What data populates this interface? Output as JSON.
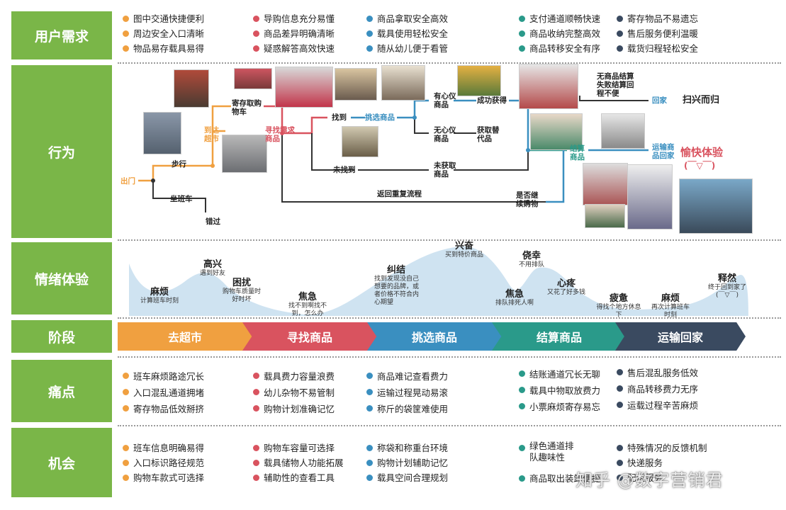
{
  "rows": {
    "needs": "用户需求",
    "behavior": "行为",
    "emotion": "情绪体验",
    "stage": "阶段",
    "pain": "痛点",
    "opportunity": "机会"
  },
  "needs": [
    [
      "图中交通快捷便利",
      "周边安全入口清晰",
      "物品易存载具易得"
    ],
    [
      "导购信息充分易懂",
      "商品差异明确清晰",
      "疑惑解答高效快速"
    ],
    [
      "商品拿取安全高效",
      "载具使用轻松安全",
      "随从幼儿便于看管"
    ],
    [
      "支付通道顺畅快速",
      "商品收纳完整高效",
      "商品转移安全有序"
    ],
    [
      "寄存物品不易遗忘",
      "售后服务便利温暖",
      "载货归程轻松安全"
    ]
  ],
  "behavior": {
    "chumen": "出门",
    "buxing": "步行",
    "zuobanche": "坐班车",
    "cuoguo": "错过",
    "daodachaoshi": "到达超市",
    "jicun": "寄存取购物车",
    "xunzhao": "寻找需求商品",
    "zhaodao": "找到",
    "weizhaodao": "未找到",
    "tiaoxuan": "挑选商品",
    "youxinyi": "有心仪商品",
    "wuxinyi": "无心仪商品",
    "weihuoqu": "未获取商品",
    "chenggong": "成功获得",
    "huoqutidai": "获取替代品",
    "fanhui": "返回重复流程",
    "shifoujixu": "是否继续购物",
    "jiesuan": "结算商品",
    "wushangpin": "无商品结算失败结算回程不便",
    "huijia1": "回家",
    "saoxing": "扫兴而归",
    "yunshu": "运输商品回家",
    "yukuai": "愉快体验",
    "face": "(￣▽￣)"
  },
  "emotion": [
    {
      "w": "麻烦",
      "d": "计算班车时刻"
    },
    {
      "w": "高兴",
      "d": "遇到好友"
    },
    {
      "w": "困扰",
      "d": "购物车质量时好时坏"
    },
    {
      "w": "焦急",
      "d": "找不到啊找不到，怎么办"
    },
    {
      "w": "纠结",
      "d": "找到发现没自己想要的品牌，或者价格不符合内心期望"
    },
    {
      "w": "兴奋",
      "d": "买到特价商品"
    },
    {
      "w": "焦急",
      "d": "排队排死人啊"
    },
    {
      "w": "侥幸",
      "d": "不用排队"
    },
    {
      "w": "心疼",
      "d": "又花了好多钱"
    },
    {
      "w": "疲惫",
      "d": "得找个地方休息下"
    },
    {
      "w": "麻烦",
      "d": "再次计算班车时刻"
    },
    {
      "w": "释然",
      "d": "终于回到家了(￣▽￣)"
    }
  ],
  "stages": [
    {
      "label": "去超市",
      "color": "#f0a040"
    },
    {
      "label": "寻找商品",
      "color": "#d9535f"
    },
    {
      "label": "挑选商品",
      "color": "#3a8fc0"
    },
    {
      "label": "结算商品",
      "color": "#2a9a8a"
    },
    {
      "label": "运输回家",
      "color": "#3a4a60"
    }
  ],
  "pain": [
    [
      "班车麻烦路途冗长",
      "入口混乱通道拥堵",
      "寄存物品低效掰挤"
    ],
    [
      "载具费力容量浪费",
      "幼儿杂物不易管制",
      "购物计划准确记忆"
    ],
    [
      "商品难记查看费力",
      "运输过程晃动易滚",
      "称斤的袋筐难使用"
    ],
    [
      "结账通道冗长无聊",
      "载具中物取放费力",
      "小票麻烦寄存易忘"
    ],
    [
      "售后混乱服务低效",
      "商品转移费力无序",
      "运载过程辛苦麻烦"
    ]
  ],
  "opportunity": [
    [
      "班车信息明确易得",
      "入口标识路径规范",
      "购物车款式可选择"
    ],
    [
      "购物车容量可选择",
      "载具储物人功能拓展",
      "辅助性的查看工具"
    ],
    [
      "称袋和称重台环境",
      "购物计划辅助记忆",
      "载具空间合理规划"
    ],
    [
      "绿色通道排队趣味性",
      "商品取出装卸便捷"
    ],
    [
      "特殊情况的反馈机制",
      "快递服务",
      "配送服务"
    ]
  ],
  "watermark": "知乎 @数字营销君",
  "colors": {
    "green": "#7ab648",
    "orange": "#f0a040",
    "red": "#d9535f",
    "blue": "#3a8fc0",
    "teal": "#2a9a8a",
    "navy": "#3a4a60",
    "wave": "#cfe3f1"
  }
}
